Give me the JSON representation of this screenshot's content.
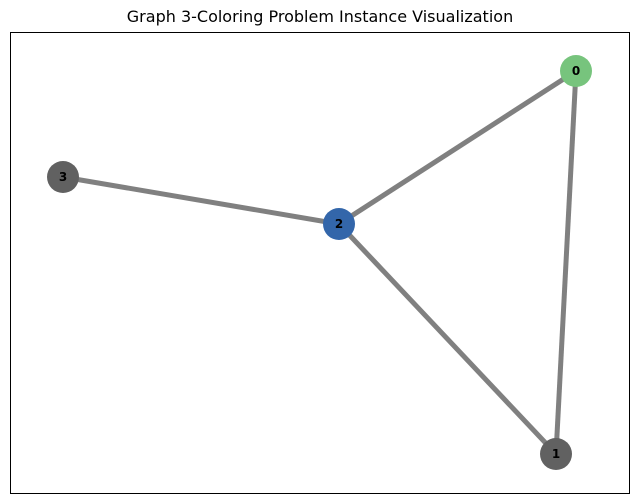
{
  "title": "Graph 3-Coloring Problem Instance Visualization",
  "graph": {
    "nodes": [
      {
        "id": "0",
        "label": "0",
        "color": "#77c47d"
      },
      {
        "id": "1",
        "label": "1",
        "color": "#616161"
      },
      {
        "id": "2",
        "label": "2",
        "color": "#3366aa"
      },
      {
        "id": "3",
        "label": "3",
        "color": "#616161"
      }
    ],
    "edges": [
      {
        "source": "0",
        "target": "2"
      },
      {
        "source": "0",
        "target": "1"
      },
      {
        "source": "2",
        "target": "1"
      },
      {
        "source": "3",
        "target": "2"
      }
    ],
    "edge_color": "#808080",
    "frame_color": "#000000"
  }
}
